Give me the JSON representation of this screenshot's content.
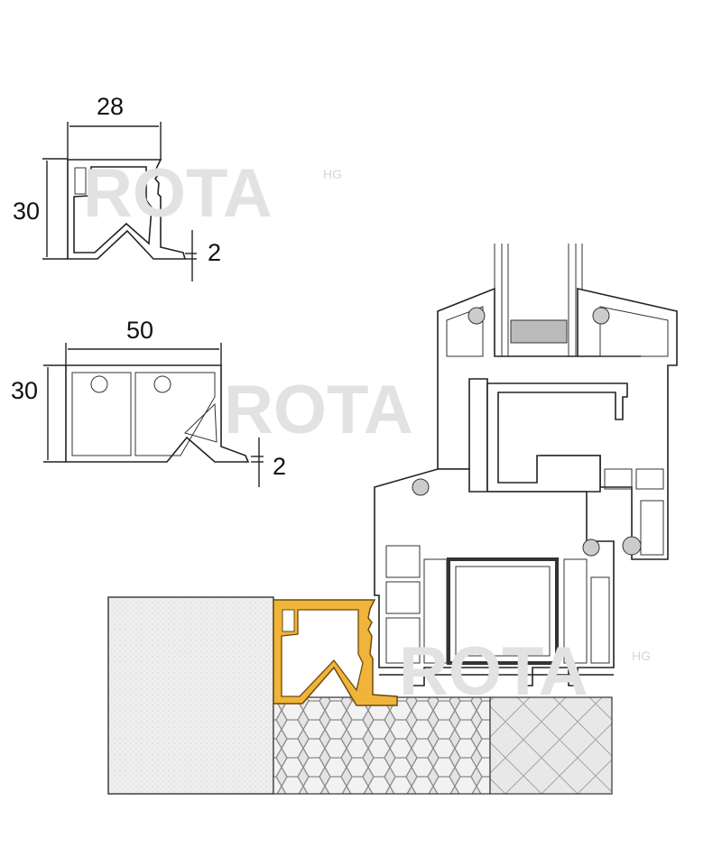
{
  "watermark": {
    "brand": "ROTA",
    "suffix": "HG"
  },
  "profile_small": {
    "width_label": "28",
    "height_label": "30",
    "thickness_label": "2"
  },
  "profile_large": {
    "width_label": "50",
    "height_label": "30",
    "thickness_label": "2"
  },
  "colors": {
    "highlight_profile": "#f1b43a",
    "wall": "#ededed",
    "insulation": "#dcdcdc"
  }
}
